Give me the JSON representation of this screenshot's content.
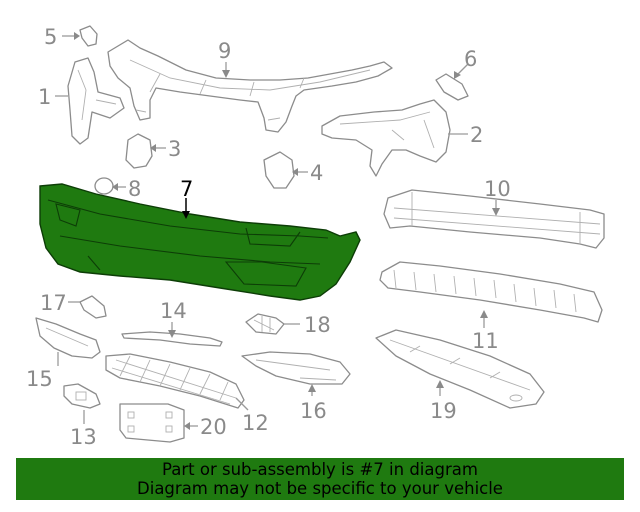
{
  "diagram": {
    "callouts": [
      {
        "id": "1",
        "label": "1"
      },
      {
        "id": "2",
        "label": "2"
      },
      {
        "id": "3",
        "label": "3"
      },
      {
        "id": "4",
        "label": "4"
      },
      {
        "id": "5",
        "label": "5"
      },
      {
        "id": "6",
        "label": "6"
      },
      {
        "id": "7",
        "label": "7"
      },
      {
        "id": "8",
        "label": "8"
      },
      {
        "id": "9",
        "label": "9"
      },
      {
        "id": "10",
        "label": "10"
      },
      {
        "id": "11",
        "label": "11"
      },
      {
        "id": "12",
        "label": "12"
      },
      {
        "id": "13",
        "label": "13"
      },
      {
        "id": "14",
        "label": "14"
      },
      {
        "id": "15",
        "label": "15"
      },
      {
        "id": "16",
        "label": "16"
      },
      {
        "id": "17",
        "label": "17"
      },
      {
        "id": "18",
        "label": "18"
      },
      {
        "id": "19",
        "label": "19"
      },
      {
        "id": "20",
        "label": "20"
      }
    ],
    "highlighted_part": "7",
    "highlight_color": "#1f7a10",
    "line_color": "#8c8c8c"
  },
  "footer": {
    "line1": "Part or sub-assembly is #7 in diagram",
    "line2": "Diagram may not be specific to your vehicle",
    "background": "#1f7a10"
  }
}
